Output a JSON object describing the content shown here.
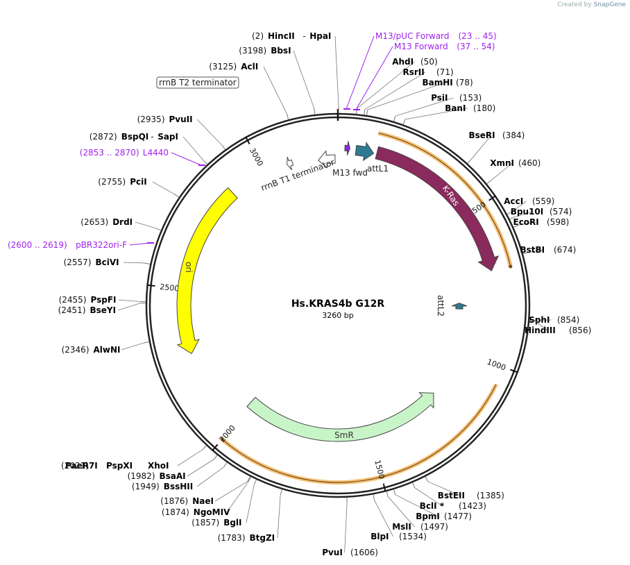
{
  "credit": {
    "prefix": "Created by",
    "brand": "SnapGene"
  },
  "plasmid": {
    "name": "Hs.KRAS4b G12R",
    "length_label": "3260 bp",
    "length": 3260
  },
  "scale_ticks": [
    {
      "pos": 500,
      "label": "500"
    },
    {
      "pos": 1000,
      "label": "1000"
    },
    {
      "pos": 1500,
      "label": "1500"
    },
    {
      "pos": 2000,
      "label": "2000"
    },
    {
      "pos": 2500,
      "label": "2500"
    },
    {
      "pos": 3000,
      "label": "3000"
    }
  ],
  "features": [
    {
      "name": "K-Ras",
      "start": 130,
      "end": 700,
      "dir": 1,
      "color": "#8b2a5c",
      "text": "#ffffff",
      "label_inside": true
    },
    {
      "name": "ori",
      "start": 2280,
      "end": 2870,
      "dir": -1,
      "color": "#ffff00",
      "text": "#333333",
      "label_inside": true
    },
    {
      "name": "SmR",
      "start": 1200,
      "end": 2010,
      "dir": -1,
      "color": "#c8f5c8",
      "text": "#333333",
      "label_inside": true
    },
    {
      "name": "attL1",
      "start": 60,
      "end": 120,
      "dir": 1,
      "color": "#2e7b91",
      "text": "#222222",
      "label_inside": false
    },
    {
      "name": "attL2",
      "start": 805,
      "end": 830,
      "dir": -1,
      "color": "#2e7b91",
      "text": "#222222",
      "label_inside": false
    },
    {
      "name": "M13 fwd",
      "start": 23,
      "end": 40,
      "dir": 1,
      "color": "#8a2be2",
      "text": "#222222",
      "label_inside": false
    },
    {
      "name": "rrnB T1 terminator",
      "start": 3190,
      "end": 3250,
      "dir": -1,
      "color": "#ffffff",
      "text": "#222222",
      "label_inside": false
    },
    {
      "name": "rrnB T2 terminator",
      "start": 3080,
      "end": 3100,
      "dir": -1,
      "color": "#ffffff",
      "text": "#222222",
      "label_inside": false
    }
  ],
  "orange_arcs": [
    {
      "start": 120,
      "end": 700
    },
    {
      "start": 1055,
      "end": 2000
    }
  ],
  "sites": [
    {
      "name": "HincII",
      "name2": "HpaI",
      "pos_label": "(2)",
      "pos": 2
    },
    {
      "name": "BbsI",
      "pos_label": "(3198)",
      "pos": 3198
    },
    {
      "name": "AclI",
      "pos_label": "(3125)",
      "pos": 3125
    },
    {
      "name": "PvuII",
      "pos_label": "(2935)",
      "pos": 2935
    },
    {
      "name": "BspQI",
      "name2": "SapI",
      "pos_label": "(2872)",
      "pos": 2872
    },
    {
      "name": "PciI",
      "pos_label": "(2755)",
      "pos": 2755
    },
    {
      "name": "DrdI",
      "pos_label": "(2653)",
      "pos": 2653
    },
    {
      "name": "BciVI",
      "pos_label": "(2557)",
      "pos": 2557
    },
    {
      "name": "PspFI",
      "pos_label": "(2455)",
      "pos": 2455
    },
    {
      "name": "BseYI",
      "pos_label": "(2451)",
      "pos": 2451
    },
    {
      "name": "AlwNI",
      "pos_label": "(2346)",
      "pos": 2346
    },
    {
      "name": "PaeR7I",
      "name2": "PspXI",
      "name3": "XhoI",
      "pos_label": "(2021)",
      "pos": 2021
    },
    {
      "name": "BsaAI",
      "pos_label": "(1982)",
      "pos": 1982
    },
    {
      "name": "BssHII",
      "pos_label": "(1949)",
      "pos": 1949
    },
    {
      "name": "NaeI",
      "pos_label": "(1876)",
      "pos": 1876
    },
    {
      "name": "NgoMIV",
      "pos_label": "(1874)",
      "pos": 1874
    },
    {
      "name": "BglI",
      "pos_label": "(1857)",
      "pos": 1857
    },
    {
      "name": "BtgZI",
      "pos_label": "(1783)",
      "pos": 1783
    },
    {
      "name": "PvuI",
      "pos_label": "(1606)",
      "pos": 1606
    },
    {
      "name": "BlpI",
      "pos_label": "(1534)",
      "pos": 1534
    },
    {
      "name": "MslI",
      "pos_label": "(1497)",
      "pos": 1497
    },
    {
      "name": "BpmI",
      "pos_label": "(1477)",
      "pos": 1477
    },
    {
      "name": "BclI *",
      "pos_label": "(1423)",
      "pos": 1423
    },
    {
      "name": "BstEII",
      "pos_label": "(1385)",
      "pos": 1385
    },
    {
      "name": "AhdI",
      "pos_label": "(50)",
      "pos": 50
    },
    {
      "name": "RsrII",
      "pos_label": "(71)",
      "pos": 71
    },
    {
      "name": "BamHI",
      "pos_label": "(78)",
      "pos": 78
    },
    {
      "name": "PsiI",
      "pos_label": "(153)",
      "pos": 153
    },
    {
      "name": "BanI",
      "pos_label": "(180)",
      "pos": 180
    },
    {
      "name": "BseRI",
      "pos_label": "(384)",
      "pos": 384
    },
    {
      "name": "XmnI",
      "pos_label": "(460)",
      "pos": 460
    },
    {
      "name": "AccI",
      "pos_label": "(559)",
      "pos": 559
    },
    {
      "name": "Bpu10I",
      "pos_label": "(574)",
      "pos": 574
    },
    {
      "name": "EcoRI",
      "pos_label": "(598)",
      "pos": 598
    },
    {
      "name": "BstBI",
      "pos_label": "(674)",
      "pos": 674
    },
    {
      "name": "SphI",
      "pos_label": "(854)",
      "pos": 854
    },
    {
      "name": "HindIII",
      "pos_label": "(856)",
      "pos": 856
    }
  ],
  "primers": [
    {
      "name": "M13/pUC Forward",
      "range": "(23 .. 45)",
      "pos": 23
    },
    {
      "name": "M13 Forward",
      "range": "(37 .. 54)",
      "pos": 37
    },
    {
      "name": "L4440",
      "range": "(2853 .. 2870)",
      "pos": 2860
    },
    {
      "name": "pBR322ori-F",
      "range": "(2600 .. 2619)",
      "pos": 2610
    }
  ]
}
